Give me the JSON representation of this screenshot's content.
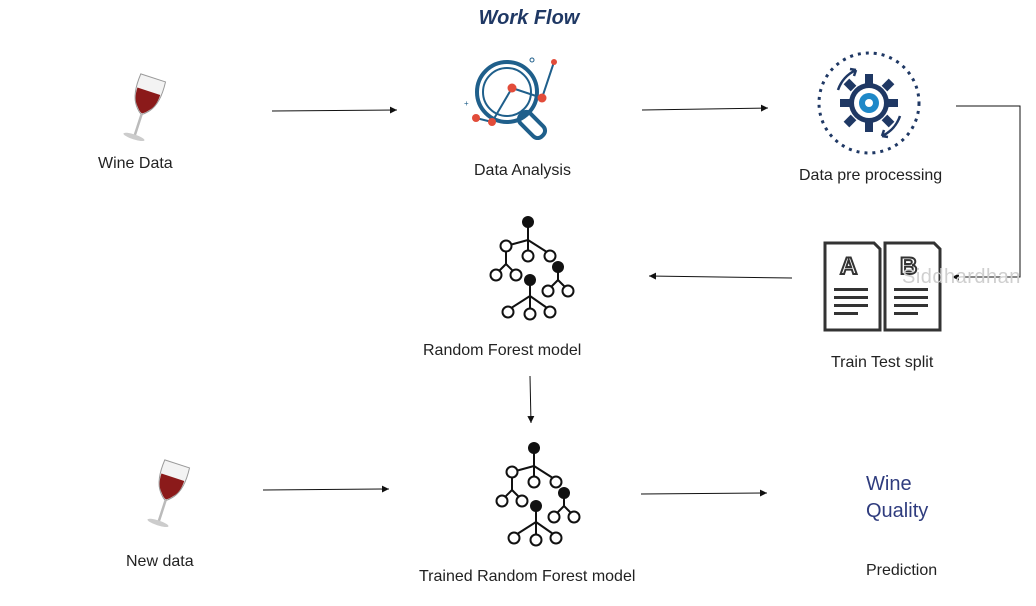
{
  "title": "Work Flow",
  "nodes": {
    "wine_data": "Wine Data",
    "data_analysis": "Data Analysis",
    "data_pre_processing": "Data pre processing",
    "train_test_split": "Train Test split",
    "random_forest_model": "Random Forest model",
    "new_data": "New data",
    "trained_random_forest_model": "Trained Random Forest model",
    "prediction": "Prediction"
  },
  "result": {
    "line1": "Wine",
    "line2": "Quality"
  },
  "split_letters": {
    "a": "A",
    "b": "B"
  },
  "watermark": "Siddhardhan",
  "colors": {
    "title": "#1f3864",
    "wine": "#8b1a1a",
    "analysis_blue": "#1f5f8b",
    "analysis_red": "#e24c3a",
    "gear_blue": "#1e88c8",
    "result_text": "#2f3c7e"
  }
}
